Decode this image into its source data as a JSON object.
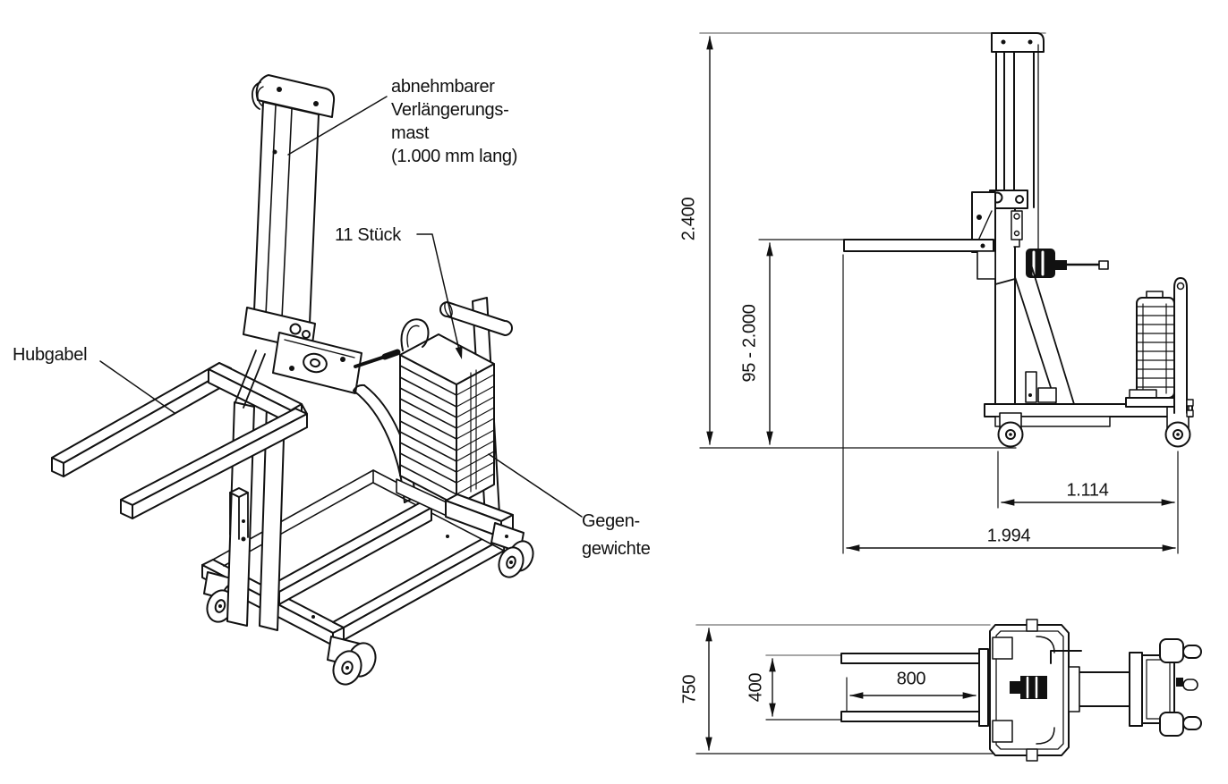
{
  "annotations": {
    "extension_mast": "abnehmbarer\nVerlängerungs-\nmast\n(1.000 mm lang)",
    "pieces": "11 Stück",
    "fork": "Hubgabel",
    "counterweights": "Gegen-\ngewichte"
  },
  "dimensions": {
    "side_view": {
      "total_height": "2.400",
      "lift_height_range": "95 - 2.000",
      "axle_distance": "1.114",
      "total_length": "1.994"
    },
    "top_view": {
      "overall_width": "750",
      "fork_width": "400",
      "fork_length": "800"
    }
  },
  "colors": {
    "line": "#111111",
    "extension_line": "#8a8a8a",
    "text": "#111111",
    "background": "#ffffff"
  }
}
